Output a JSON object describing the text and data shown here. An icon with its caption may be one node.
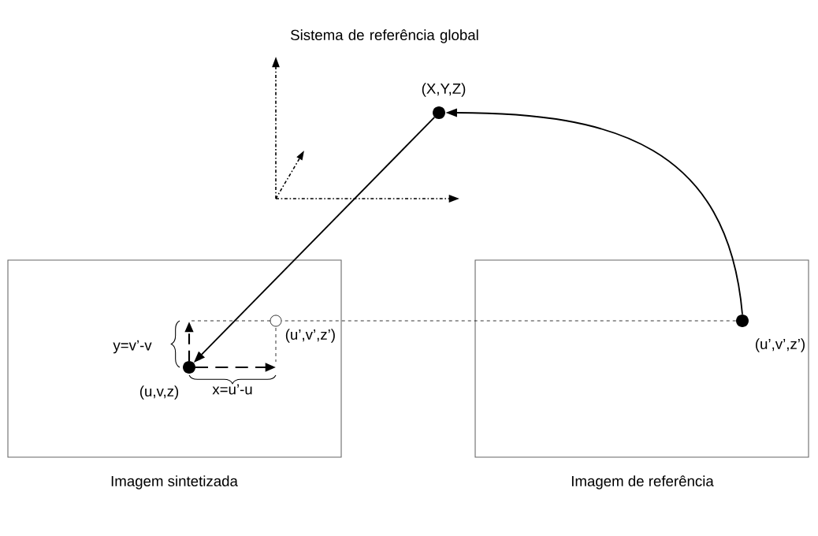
{
  "diagram": {
    "nodes": [
      {
        "text": [
          "Imagem sintetizada"
        ]
      },
      {
        "text": [
          "Imagem de referência"
        ]
      },
      {
        "text": [],
        "shape": "circle",
        "beside": [
          "(X,Y,Z)"
        ]
      },
      {
        "text": [],
        "shape": "circle",
        "beside": [
          "(u,v,z)"
        ],
        "in": 0
      },
      {
        "text": [],
        "shape": "circle",
        "beside": [
          "(u’,v’,z’)"
        ],
        "in": 0
      },
      {
        "text": [],
        "shape": "circle",
        "beside": [
          "(u’,v’,z’)"
        ],
        "in": 1
      }
    ],
    "edges": [
      {
        "from": 5,
        "to": 2,
        "arrow": "to"
      },
      {
        "from": 2,
        "to": 3,
        "arrow": "to"
      },
      {
        "from": 5,
        "to": 4,
        "arrow": "none",
        "style": "dashed"
      }
    ],
    "labels": [
      "Sistema de referência global",
      "y=v’-v",
      "x=u’-u"
    ]
  }
}
